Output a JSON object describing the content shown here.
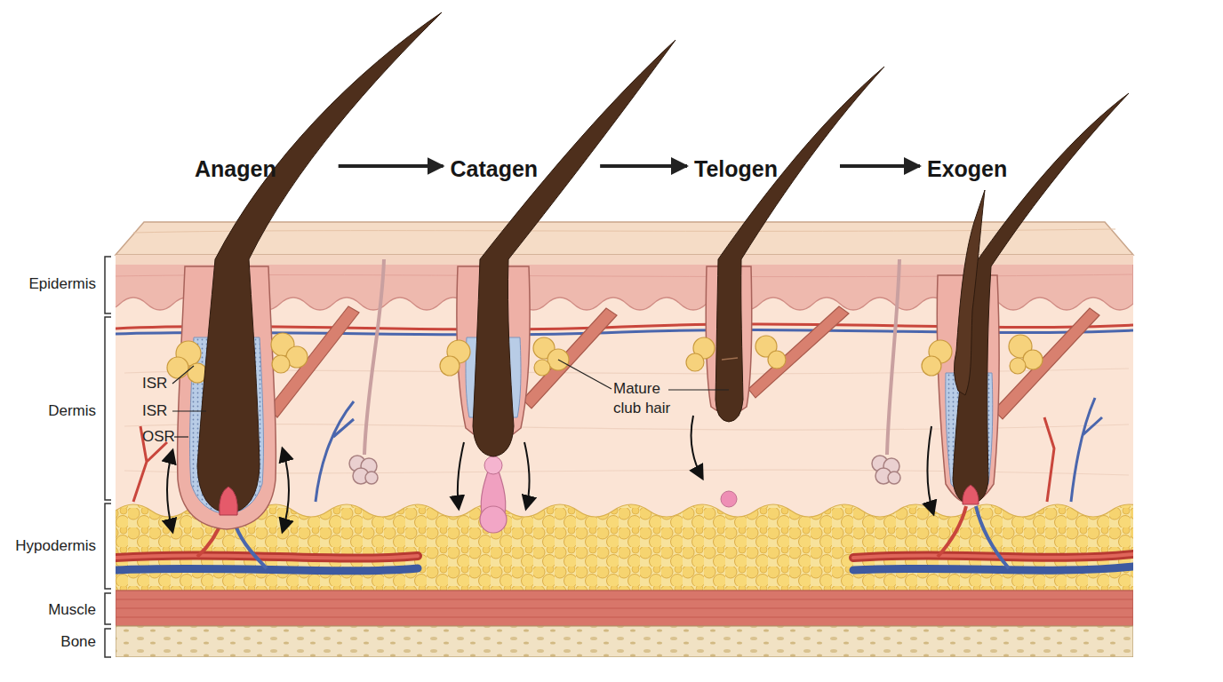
{
  "diagram": {
    "nodes": [
      {
        "text": [
          "Anagen"
        ]
      },
      {
        "text": [
          "Catagen"
        ]
      },
      {
        "text": [
          "Telogen"
        ]
      },
      {
        "text": [
          "Exogen"
        ]
      }
    ],
    "edges": [
      {
        "from": 0,
        "to": 1,
        "arrow": "to"
      },
      {
        "from": 1,
        "to": 2,
        "arrow": "to"
      },
      {
        "from": 2,
        "to": 3,
        "arrow": "to"
      }
    ],
    "labels": [
      "Epidermis",
      "Dermis",
      "Hypodermis",
      "Muscle",
      "Bone",
      "ISR",
      "ISR",
      "OSR",
      "Mature club hair"
    ]
  }
}
